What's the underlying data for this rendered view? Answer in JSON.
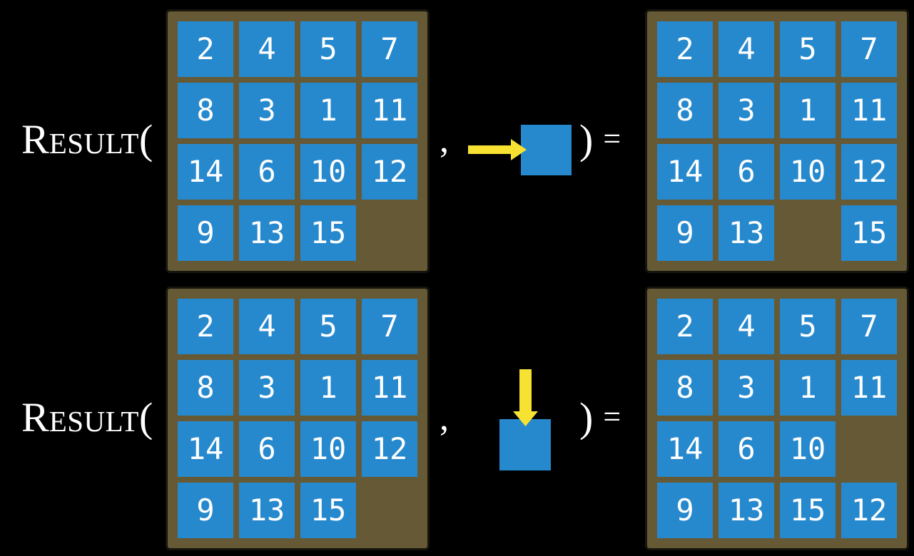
{
  "colors": {
    "background": "#000000",
    "board": "#655936",
    "board_border": "#17150e",
    "tile": "#2789cd",
    "arrow": "#f7e231",
    "text": "#ffffff"
  },
  "rows": [
    {
      "func": {
        "cap": "R",
        "small": "ESULT",
        "open_paren": "("
      },
      "comma": ",",
      "action": {
        "icon": "right-arrow-icon",
        "direction": "right"
      },
      "close_paren": ")",
      "equals": "=",
      "before_grid": [
        [
          "2",
          "4",
          "5",
          "7"
        ],
        [
          "8",
          "3",
          "1",
          "11"
        ],
        [
          "14",
          "6",
          "10",
          "12"
        ],
        [
          "9",
          "13",
          "15",
          ""
        ]
      ],
      "after_grid": [
        [
          "2",
          "4",
          "5",
          "7"
        ],
        [
          "8",
          "3",
          "1",
          "11"
        ],
        [
          "14",
          "6",
          "10",
          "12"
        ],
        [
          "9",
          "13",
          "",
          "15"
        ]
      ]
    },
    {
      "func": {
        "cap": "R",
        "small": "ESULT",
        "open_paren": "("
      },
      "comma": ",",
      "action": {
        "icon": "down-arrow-icon",
        "direction": "down"
      },
      "close_paren": ")",
      "equals": "=",
      "before_grid": [
        [
          "2",
          "4",
          "5",
          "7"
        ],
        [
          "8",
          "3",
          "1",
          "11"
        ],
        [
          "14",
          "6",
          "10",
          "12"
        ],
        [
          "9",
          "13",
          "15",
          ""
        ]
      ],
      "after_grid": [
        [
          "2",
          "4",
          "5",
          "7"
        ],
        [
          "8",
          "3",
          "1",
          "11"
        ],
        [
          "14",
          "6",
          "10",
          ""
        ],
        [
          "9",
          "13",
          "15",
          "12"
        ]
      ]
    }
  ]
}
